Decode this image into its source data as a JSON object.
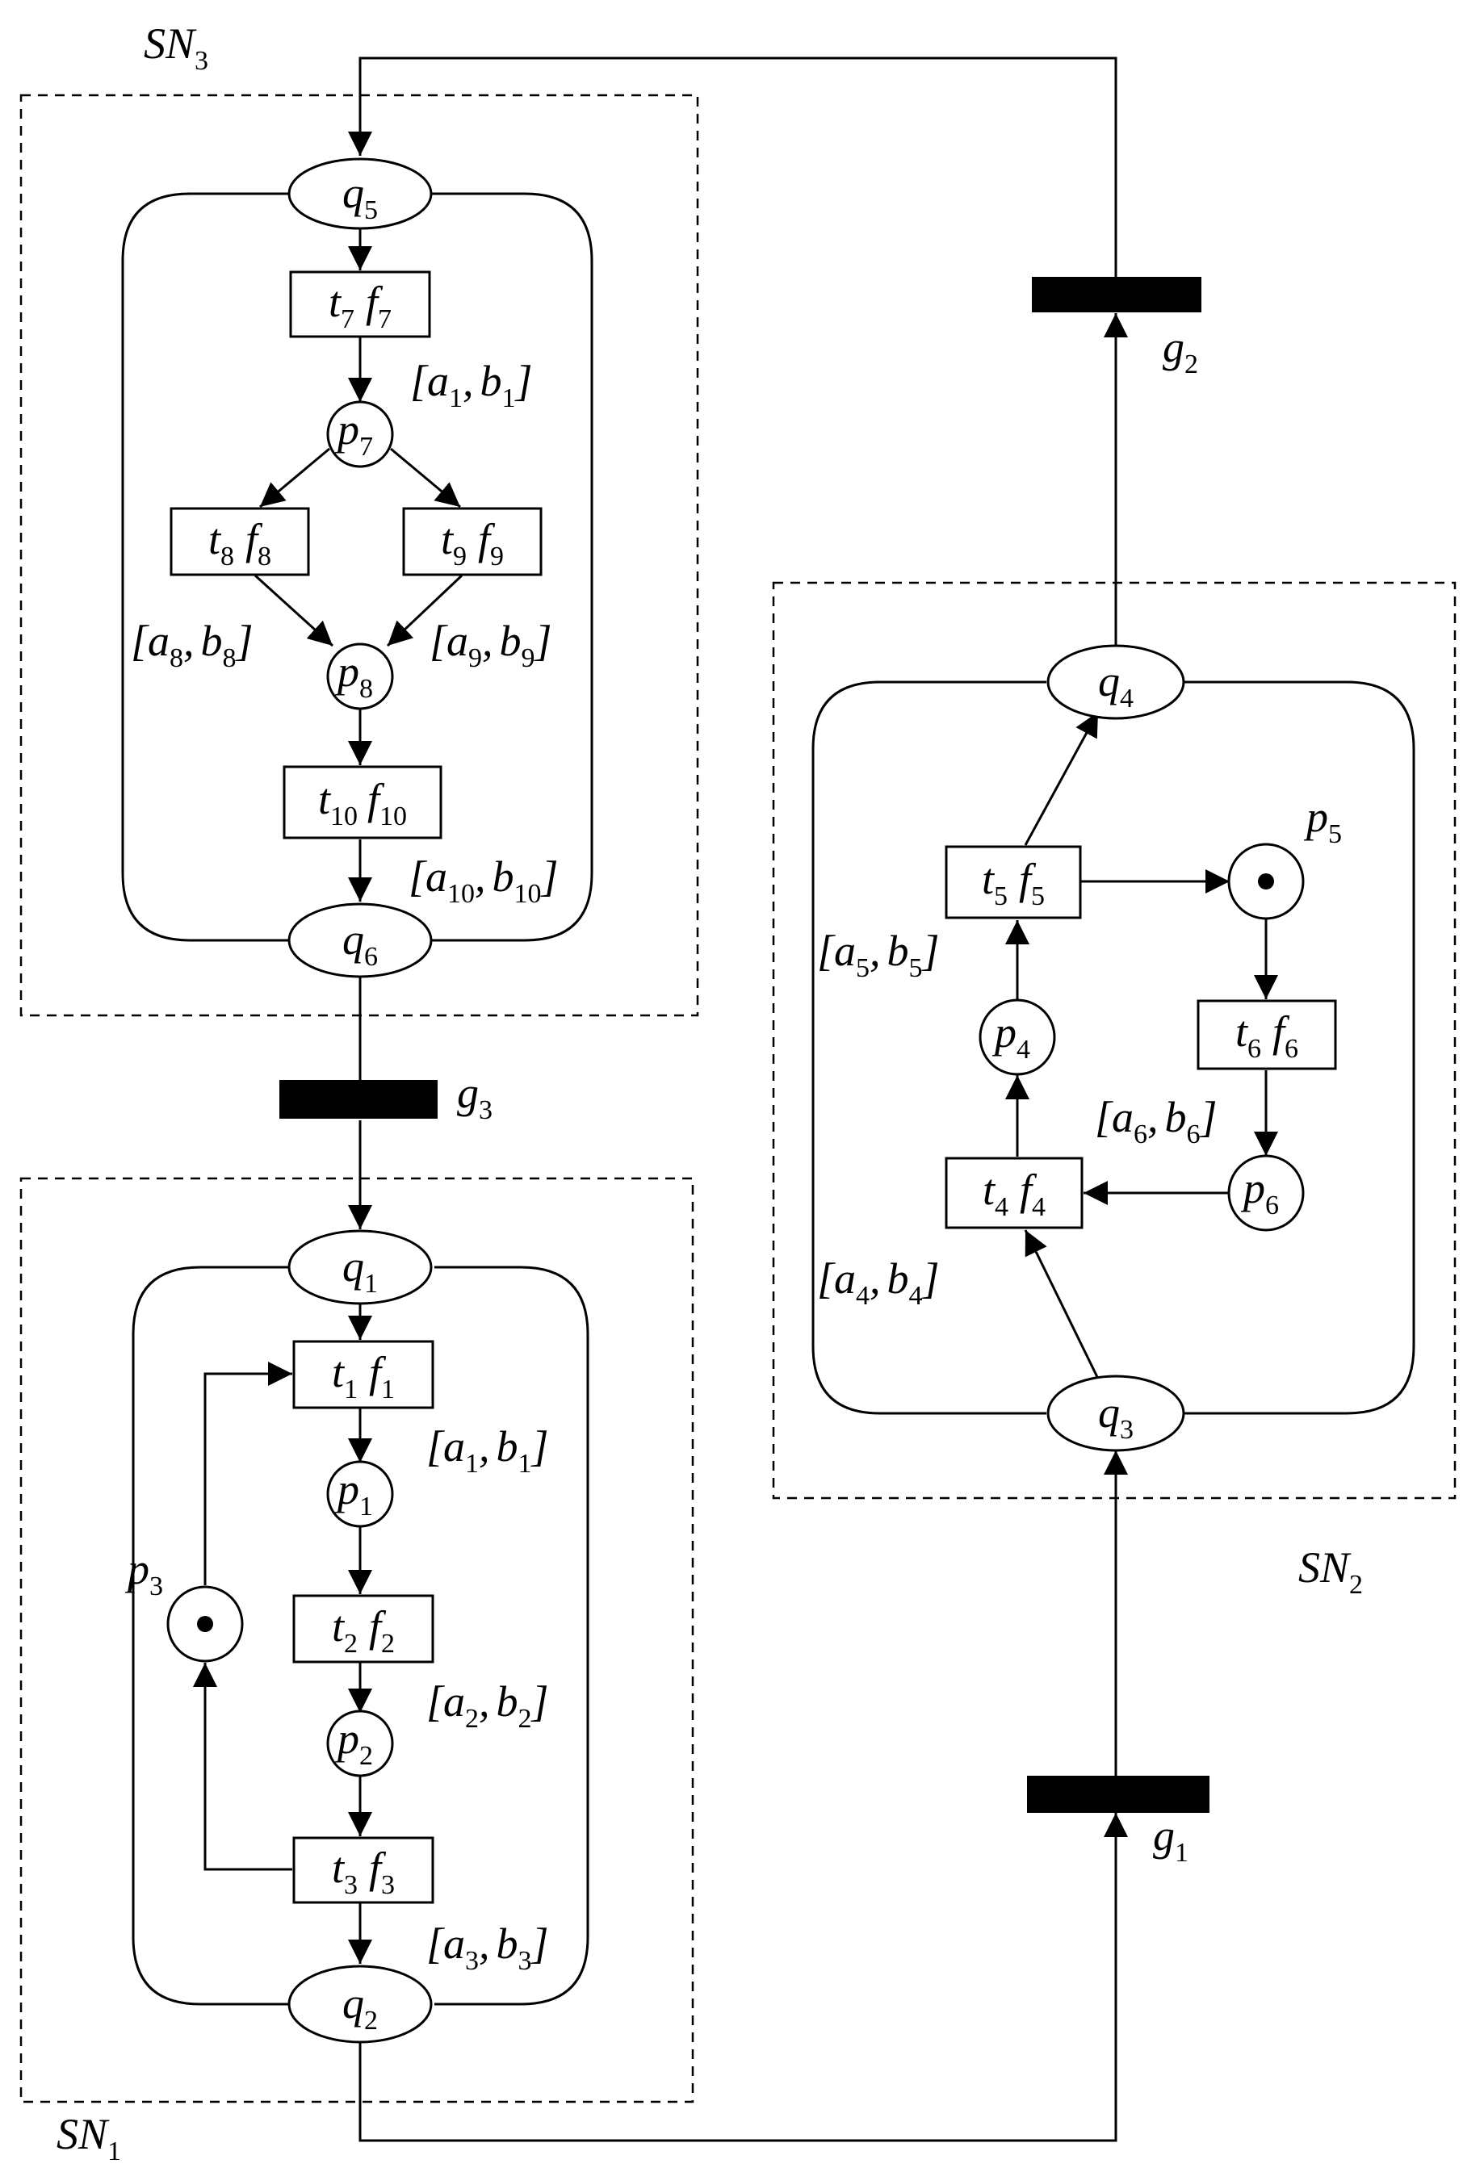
{
  "subnets": {
    "sn1": {
      "label": "SN",
      "index": "1"
    },
    "sn2": {
      "label": "SN",
      "index": "2"
    },
    "sn3": {
      "label": "SN",
      "index": "3"
    }
  },
  "gates": {
    "g1": {
      "label": "g",
      "index": "1"
    },
    "g2": {
      "label": "g",
      "index": "2"
    },
    "g3": {
      "label": "g",
      "index": "3"
    }
  },
  "interfaces": {
    "q1": {
      "label": "q",
      "index": "1"
    },
    "q2": {
      "label": "q",
      "index": "2"
    },
    "q3": {
      "label": "q",
      "index": "3"
    },
    "q4": {
      "label": "q",
      "index": "4"
    },
    "q5": {
      "label": "q",
      "index": "5"
    },
    "q6": {
      "label": "q",
      "index": "6"
    }
  },
  "places": {
    "p1": {
      "label": "p",
      "index": "1"
    },
    "p2": {
      "label": "p",
      "index": "2"
    },
    "p3": {
      "label": "p",
      "index": "3",
      "token": true
    },
    "p4": {
      "label": "p",
      "index": "4"
    },
    "p5": {
      "label": "p",
      "index": "5",
      "token": true
    },
    "p6": {
      "label": "p",
      "index": "6"
    },
    "p7": {
      "label": "p",
      "index": "7"
    },
    "p8": {
      "label": "p",
      "index": "8"
    }
  },
  "transitions": {
    "t1": {
      "t": "t",
      "f": "f",
      "index": "1"
    },
    "t2": {
      "t": "t",
      "f": "f",
      "index": "2"
    },
    "t3": {
      "t": "t",
      "f": "f",
      "index": "3"
    },
    "t4": {
      "t": "t",
      "f": "f",
      "index": "4"
    },
    "t5": {
      "t": "t",
      "f": "f",
      "index": "5"
    },
    "t6": {
      "t": "t",
      "f": "f",
      "index": "6"
    },
    "t7": {
      "t": "t",
      "f": "f",
      "index": "7"
    },
    "t8": {
      "t": "t",
      "f": "f",
      "index": "8"
    },
    "t9": {
      "t": "t",
      "f": "f",
      "index": "9"
    },
    "t10": {
      "t": "t",
      "f": "f",
      "index": "10"
    }
  },
  "intervals": {
    "i1_sn1": {
      "open": "[",
      "a": "a",
      "sep": ",",
      "b": "b",
      "close": "]",
      "index": "1"
    },
    "i2": {
      "open": "[",
      "a": "a",
      "sep": ",",
      "b": "b",
      "close": "]",
      "index": "2"
    },
    "i3": {
      "open": "[",
      "a": "a",
      "sep": ",",
      "b": "b",
      "close": "]",
      "index": "3"
    },
    "i4": {
      "open": "[",
      "a": "a",
      "sep": ",",
      "b": "b",
      "close": "]",
      "index": "4"
    },
    "i5": {
      "open": "[",
      "a": "a",
      "sep": ",",
      "b": "b",
      "close": "]",
      "index": "5"
    },
    "i6": {
      "open": "[",
      "a": "a",
      "sep": ",",
      "b": "b",
      "close": "]",
      "index": "6"
    },
    "i1_sn3": {
      "open": "[",
      "a": "a",
      "sep": ",",
      "b": "b",
      "close": "]",
      "index": "1"
    },
    "i8": {
      "open": "[",
      "a": "a",
      "sep": ",",
      "b": "b",
      "close": "]",
      "index": "8"
    },
    "i9": {
      "open": "[",
      "a": "a",
      "sep": ",",
      "b": "b",
      "close": "]",
      "index": "9"
    },
    "i10": {
      "open": "[",
      "a": "a",
      "sep": ",",
      "b": "b",
      "close": "]",
      "index": "10"
    }
  }
}
